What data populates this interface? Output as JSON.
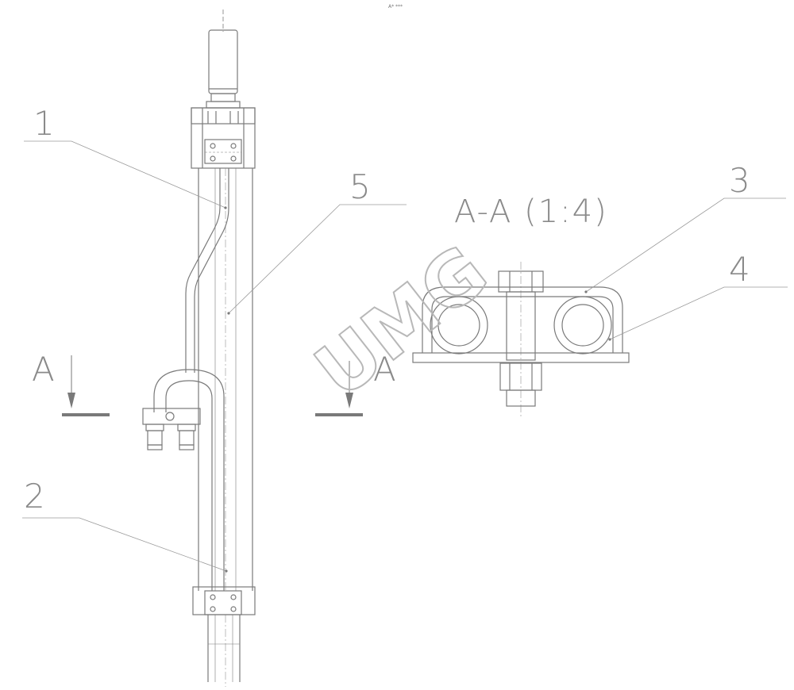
{
  "drawing": {
    "top_note": "A* ***",
    "section_view_title": "A-A (1:4)",
    "section_marker_left": "A",
    "section_marker_right": "A",
    "callouts": {
      "item_1": "1",
      "item_2": "2",
      "item_3": "3",
      "item_4": "4",
      "item_5": "5"
    },
    "watermark": "UMG",
    "line_color": "#7a7a7a",
    "background": "#ffffff"
  }
}
